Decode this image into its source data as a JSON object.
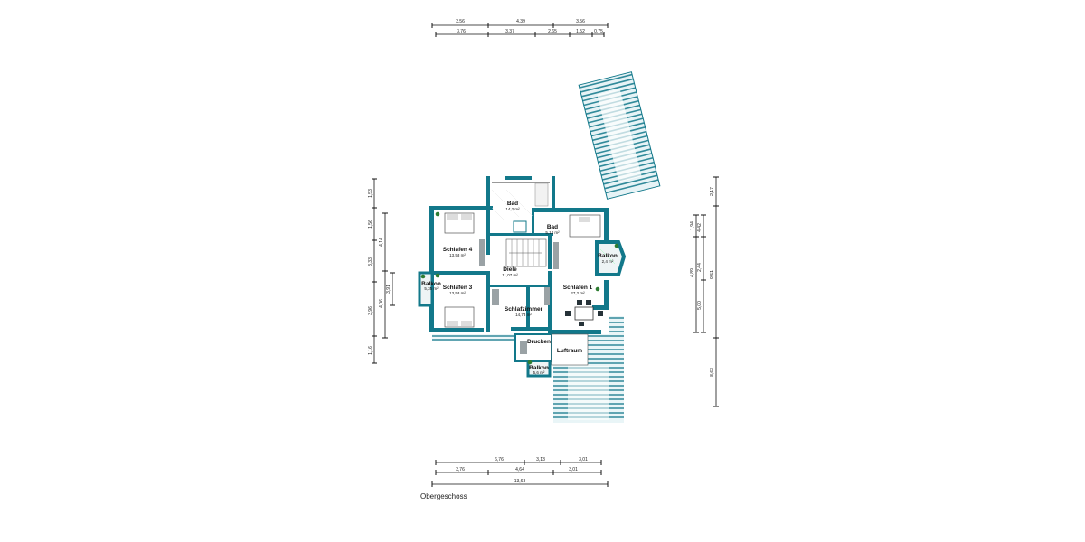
{
  "caption": "Obergeschoss",
  "rooms": [
    {
      "name": "Bad",
      "area": "14,2 m²"
    },
    {
      "name": "Bad",
      "area": "5,14 m²"
    },
    {
      "name": "Schlafen 4",
      "area": "13,53 m²"
    },
    {
      "name": "Diele",
      "area": "11,07 m²"
    },
    {
      "name": "Balkon",
      "area": "2,4 m²"
    },
    {
      "name": "Schlafen 1",
      "area": "27,2 m²"
    },
    {
      "name": "Balkon",
      "area": "5,35 m²"
    },
    {
      "name": "Schlafen 3",
      "area": "13,53 m²"
    },
    {
      "name": "Schlafzimmer",
      "area": "14,73 m²"
    },
    {
      "name": "Drucken",
      "area": ""
    },
    {
      "name": "Luftraum",
      "area": ""
    },
    {
      "name": "Balkon",
      "area": "5,6 m²"
    }
  ],
  "dimensions": {
    "top_row1": [
      "3,56",
      "4,39",
      "3,56"
    ],
    "top_row2": [
      "3,76",
      "3,37",
      "2,65",
      "1,52",
      "0,75"
    ],
    "bottom_row1": [
      "6,76",
      "3,13",
      "3,01"
    ],
    "bottom_row2": [
      "3,76",
      "4,64",
      "3,01"
    ],
    "bottom_total": "13,63",
    "left_outer": [
      "1,53",
      "1,56",
      "3,33",
      "3,96",
      "1,16"
    ],
    "left_inner": [
      "4,14",
      "3,91",
      "4,06"
    ],
    "right_outer": [
      "2,17",
      "9,51",
      "8,63"
    ],
    "right_mid": [
      "1,94",
      "4,42",
      "4,89",
      "2,44",
      "5,00"
    ]
  },
  "colors": {
    "wall": "#12788a",
    "wall_dark": "#263238"
  }
}
